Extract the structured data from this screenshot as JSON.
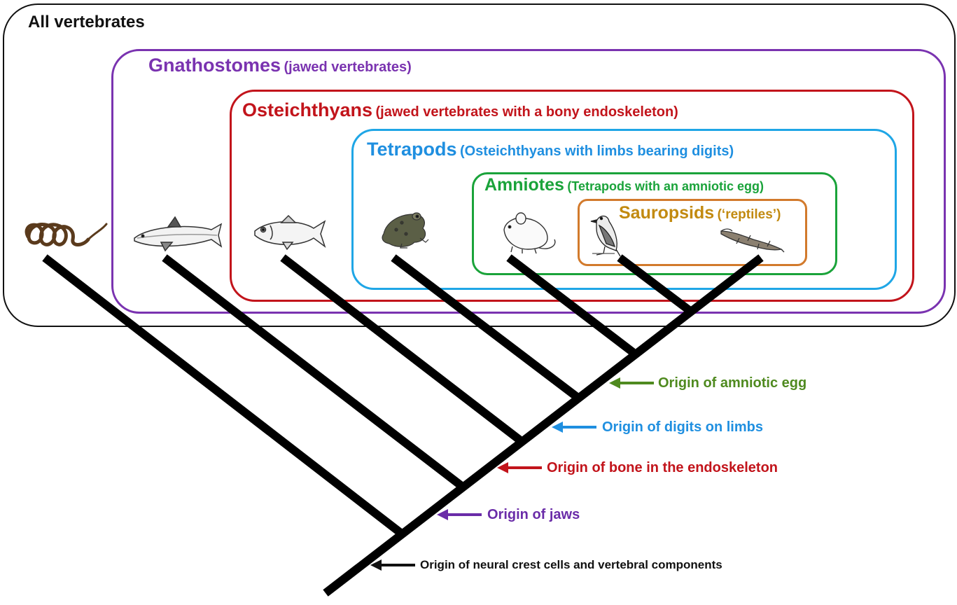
{
  "clades": {
    "all": {
      "name": "All vertebrates",
      "color": "#111111"
    },
    "gnathostomes": {
      "name": "Gnathostomes",
      "desc": "(jawed vertebrates)",
      "color": "#7a33b0"
    },
    "osteichthyans": {
      "name": "Osteichthyans",
      "desc": "(jawed vertebrates with a bony endoskeleton)",
      "color": "#c2141b"
    },
    "tetrapods": {
      "name": "Tetrapods",
      "desc": "(Osteichthyans with limbs bearing digits)",
      "color": "#1f8fe0"
    },
    "amniotes": {
      "name": "Amniotes",
      "desc": "(Tetrapods with an amniotic egg)",
      "color": "#1aa33a"
    },
    "sauropsids": {
      "name": "Sauropsids",
      "desc": "(‘reptiles’)",
      "color": "#c28a10",
      "border": "#d27a2c"
    }
  },
  "taxa": [
    {
      "icon": "lamprey-icon"
    },
    {
      "icon": "shark-icon"
    },
    {
      "icon": "bony-fish-icon"
    },
    {
      "icon": "frog-icon"
    },
    {
      "icon": "mouse-icon"
    },
    {
      "icon": "bird-icon"
    },
    {
      "icon": "lizard-icon"
    }
  ],
  "origins": [
    {
      "text": "Origin of amniotic egg",
      "color": "#4f8a1f",
      "arrow": "#4f8a1f"
    },
    {
      "text": "Origin of digits on limbs",
      "color": "#1f8fe0",
      "arrow": "#1f8fe0"
    },
    {
      "text": "Origin of bone in the endoskeleton",
      "color": "#c2141b",
      "arrow": "#c2141b"
    },
    {
      "text": "Origin of jaws",
      "color": "#6a2ca8",
      "arrow": "#6a2ca8"
    },
    {
      "text": "Origin of neural crest cells and vertebral components",
      "color": "#111111",
      "arrow": "#111111"
    }
  ]
}
